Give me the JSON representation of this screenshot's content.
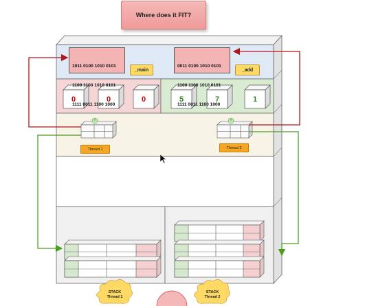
{
  "title": "Where does it FIT?",
  "code_blocks": [
    {
      "lines": [
        "1011 0100 1010 0101",
        "1100 1100 1010 0101",
        "1111 0011 1100 1000"
      ],
      "symbol": "_main"
    },
    {
      "lines": [
        "0011 0100 1010 0101",
        "1100 1100 1010 0101",
        "1111 0011 1100 1000"
      ],
      "symbol": "_add"
    }
  ],
  "data_left": [
    "0",
    "0",
    "0"
  ],
  "data_right": [
    "5",
    "7",
    "1"
  ],
  "threads": [
    {
      "label": "Thread 1",
      "marker": "T"
    },
    {
      "label": "Thread 2",
      "marker": "T"
    }
  ],
  "stacks": [
    {
      "line1": "STACK",
      "line2": "Thread 1"
    },
    {
      "line1": "STACK",
      "line2": "Thread 2"
    }
  ],
  "colors": {
    "code_bg": "#dfe8f5",
    "data_left_bg": "#f5d5d5",
    "data_right_bg": "#d9ecd2",
    "thread_band_bg": "#f7f3e6",
    "stack_bg": "#f0f0f0",
    "red_value": "#cc0000",
    "green_value": "#338a1f",
    "red_arrow": "#b0161a",
    "green_arrow": "#4a9e1e",
    "thread_label": "#f5a623",
    "stack_cloud": "#ffd966"
  }
}
